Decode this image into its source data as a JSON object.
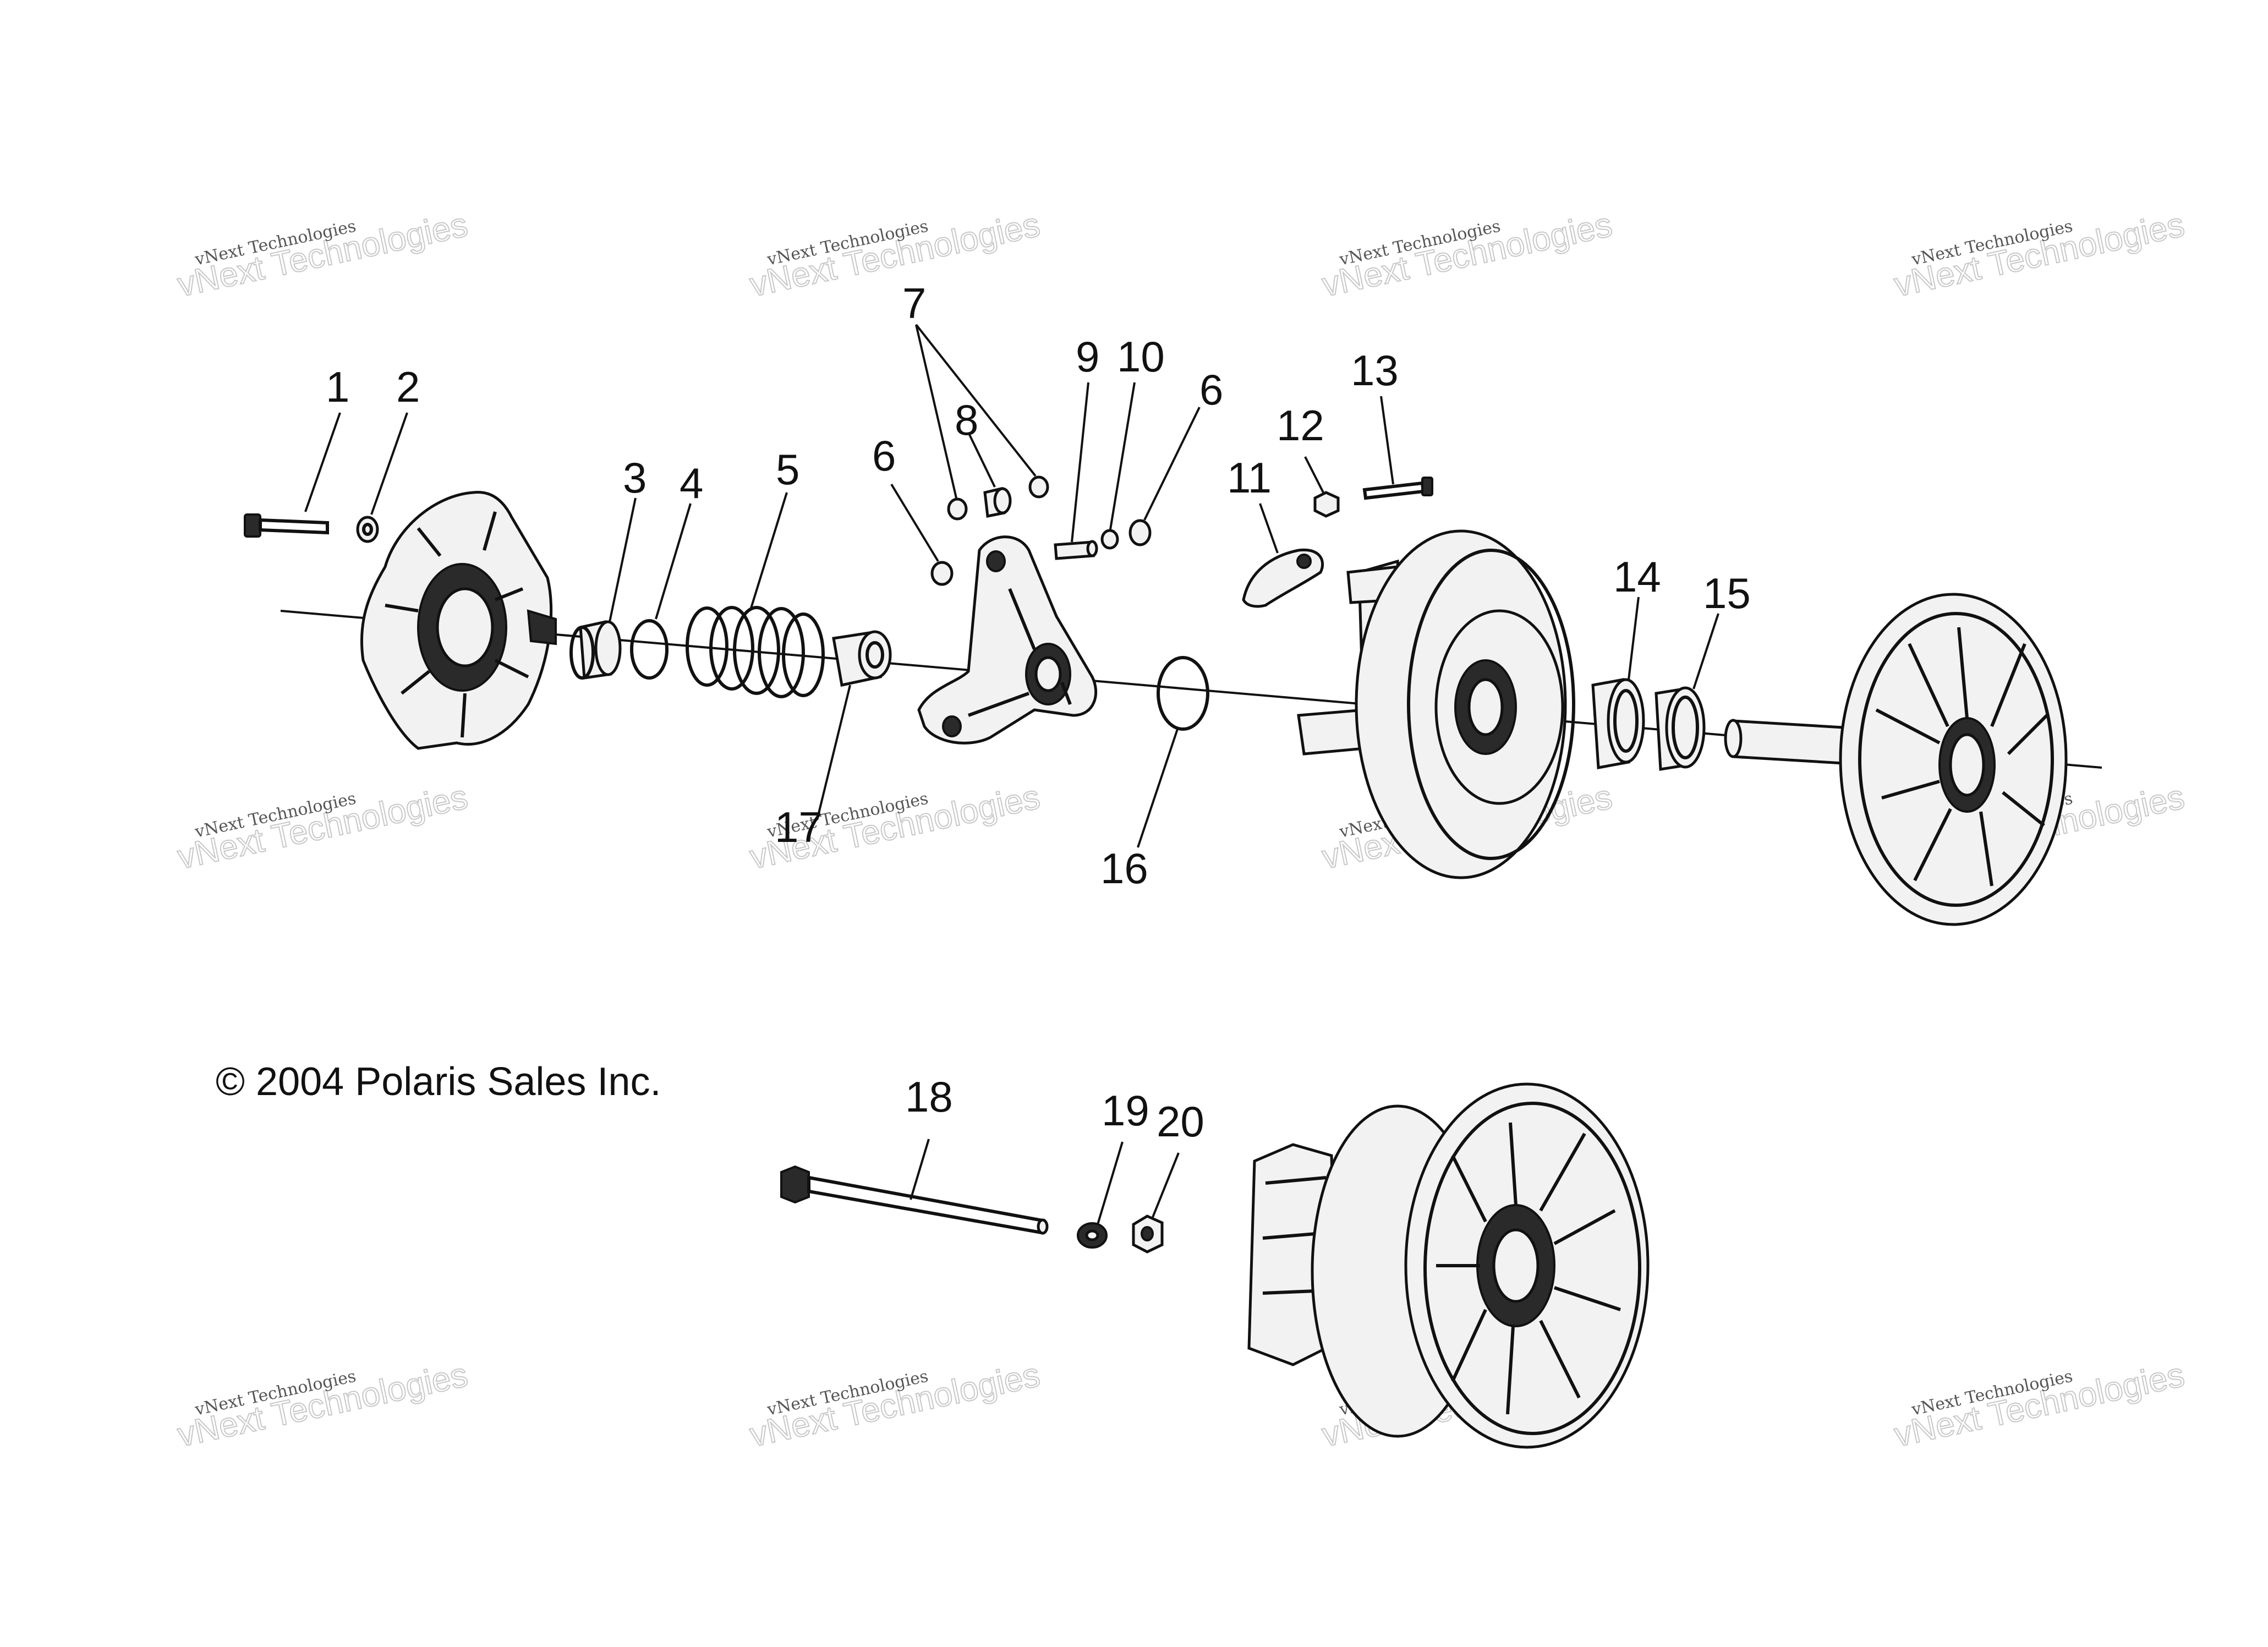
{
  "copyright": "© 2004 Polaris Sales Inc.",
  "watermark": {
    "line1": "vNext Technologies",
    "line2": "vNext Technologies"
  },
  "callouts": [
    "1",
    "2",
    "3",
    "4",
    "5",
    "6",
    "7",
    "8",
    "9",
    "10",
    "6",
    "11",
    "12",
    "13",
    "14",
    "15",
    "16",
    "17",
    "18",
    "19",
    "20"
  ],
  "colors": {
    "ink": "#111111",
    "watermark": "#c8c8c8",
    "background": "#ffffff"
  }
}
